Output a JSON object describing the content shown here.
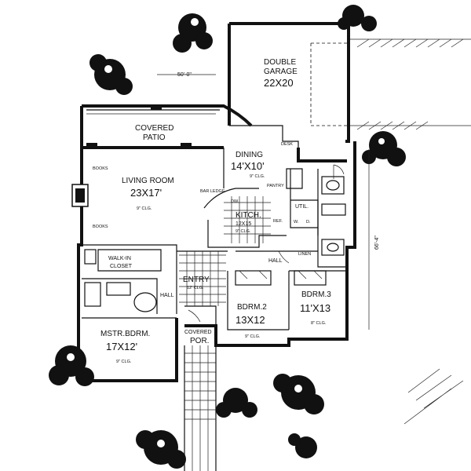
{
  "dimensions": {
    "width": "50'-0\"",
    "depth": "66'-4\""
  },
  "rooms": {
    "garage": {
      "name": "DOUBLE",
      "name2": "GARAGE",
      "size": "22X20"
    },
    "patio": {
      "name": "COVERED",
      "name2": "PATIO"
    },
    "dining": {
      "name": "DINING",
      "size": "14'X10'",
      "ceiling": "9\" CLG."
    },
    "living": {
      "name": "LIVING ROOM",
      "size": "23X17'",
      "ceiling": "9\" CLG."
    },
    "kitchen": {
      "name": "KITCH.",
      "size": "12X15",
      "ceiling": "9\" CLG."
    },
    "entry": {
      "name": "ENTRY",
      "ceiling": "12' CLG."
    },
    "bedroom2": {
      "name": "BDRM.2",
      "size": "13X12",
      "ceiling": "9\" CLG."
    },
    "bedroom3": {
      "name": "BDRM.3",
      "size": "11'X13",
      "ceiling": "8\" CLG."
    },
    "master": {
      "name": "MSTR.BDRM.",
      "size": "17X12'",
      "ceiling": "9\" CLG."
    },
    "porch": {
      "name": "COVERED",
      "name2": "POR."
    }
  },
  "labels": {
    "desk": "DESK",
    "books_top": "BOOKS",
    "books_bottom": "BOOKS",
    "bar_ledge": "BAR LEDGE",
    "pantry": "PANTRY",
    "util": "UTIL.",
    "hall_center": "HALL",
    "hall_master": "HALL",
    "linen": "LINEN",
    "walk_in": "WALK-IN",
    "closet": "CLOSET",
    "dw": "DW.",
    "ref": "REF.",
    "washer": "W.",
    "dryer": "D."
  }
}
